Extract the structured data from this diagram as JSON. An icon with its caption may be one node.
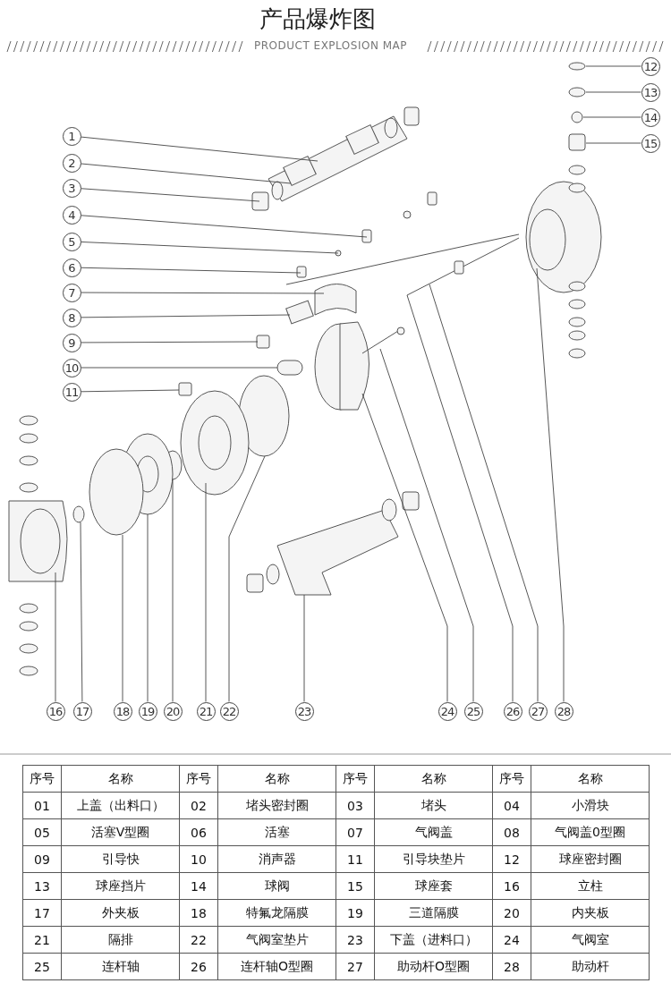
{
  "diagram": {
    "title": "产品爆炸图",
    "nodes": [
      {
        "text": [
          "1"
        ]
      },
      {
        "text": [
          "2"
        ]
      },
      {
        "text": [
          "3"
        ]
      },
      {
        "text": [
          "4"
        ]
      },
      {
        "text": [
          "5"
        ]
      },
      {
        "text": [
          "6"
        ]
      },
      {
        "text": [
          "7"
        ]
      },
      {
        "text": [
          "8"
        ]
      },
      {
        "text": [
          "9"
        ]
      },
      {
        "text": [
          "10"
        ]
      },
      {
        "text": [
          "11"
        ]
      },
      {
        "text": [
          "12"
        ]
      },
      {
        "text": [
          "13"
        ]
      },
      {
        "text": [
          "14"
        ]
      },
      {
        "text": [
          "15"
        ]
      },
      {
        "text": [
          "16"
        ]
      },
      {
        "text": [
          "17"
        ]
      },
      {
        "text": [
          "18"
        ]
      },
      {
        "text": [
          "19"
        ]
      },
      {
        "text": [
          "20"
        ]
      },
      {
        "text": [
          "21"
        ]
      },
      {
        "text": [
          "22"
        ]
      },
      {
        "text": [
          "23"
        ]
      },
      {
        "text": [
          "24"
        ]
      },
      {
        "text": [
          "25"
        ]
      },
      {
        "text": [
          "26"
        ]
      },
      {
        "text": [
          "27"
        ]
      },
      {
        "text": [
          "28"
        ]
      }
    ],
    "edges": [
      {
        "from": 0,
        "to": null,
        "arrow": "none"
      },
      {
        "from": 1,
        "to": null,
        "arrow": "none"
      },
      {
        "from": 2,
        "to": null,
        "arrow": "none"
      },
      {
        "from": 3,
        "to": null,
        "arrow": "none"
      },
      {
        "from": 4,
        "to": null,
        "arrow": "none"
      },
      {
        "from": 5,
        "to": null,
        "arrow": "none"
      },
      {
        "from": 6,
        "to": null,
        "arrow": "none"
      },
      {
        "from": 7,
        "to": null,
        "arrow": "none"
      },
      {
        "from": 8,
        "to": null,
        "arrow": "none"
      },
      {
        "from": 9,
        "to": null,
        "arrow": "none"
      },
      {
        "from": 10,
        "to": null,
        "arrow": "none"
      },
      {
        "from": 11,
        "to": null,
        "arrow": "none"
      },
      {
        "from": 12,
        "to": null,
        "arrow": "none"
      },
      {
        "from": 13,
        "to": null,
        "arrow": "none"
      },
      {
        "from": 14,
        "to": null,
        "arrow": "none"
      },
      {
        "from": 15,
        "to": null,
        "arrow": "none"
      },
      {
        "from": 16,
        "to": null,
        "arrow": "none"
      },
      {
        "from": 17,
        "to": null,
        "arrow": "none"
      },
      {
        "from": 18,
        "to": null,
        "arrow": "none"
      },
      {
        "from": 19,
        "to": null,
        "arrow": "none"
      },
      {
        "from": 20,
        "to": null,
        "arrow": "none"
      },
      {
        "from": 21,
        "to": null,
        "arrow": "none"
      },
      {
        "from": 22,
        "to": null,
        "arrow": "none"
      },
      {
        "from": 23,
        "to": null,
        "arrow": "none"
      },
      {
        "from": 24,
        "to": null,
        "arrow": "none"
      },
      {
        "from": 25,
        "to": null,
        "arrow": "none"
      },
      {
        "from": 26,
        "to": null,
        "arrow": "none"
      },
      {
        "from": 27,
        "to": null,
        "arrow": "none"
      }
    ],
    "labels": [
      "PRODUCT EXPLOSION MAP",
      "序号",
      "名称",
      "序号",
      "名称",
      "序号",
      "名称",
      "序号",
      "名称",
      "01",
      "上盖（出料口）",
      "02",
      "堵头密封圈",
      "03",
      "堵头",
      "04",
      "小滑块",
      "05",
      "活塞V型圈",
      "06",
      "活塞",
      "07",
      "气阀盖",
      "08",
      "气阀盖0型圈",
      "09",
      "引导快",
      "10",
      "消声器",
      "11",
      "引导块垫片",
      "12",
      "球座密封圈",
      "13",
      "球座挡片",
      "14",
      "球阀",
      "15",
      "球座套",
      "16",
      "立柱",
      "17",
      "外夹板",
      "18",
      "特氟龙隔膜",
      "19",
      "三道隔膜",
      "20",
      "内夹板",
      "21",
      "隔排",
      "22",
      "气阀室垫片",
      "23",
      "下盖（进料口）",
      "24",
      "气阀室",
      "25",
      "连杆轴",
      "26",
      "连杆轴O型圈",
      "27",
      "助动杆O型圈",
      "28",
      "助动杆"
    ]
  }
}
